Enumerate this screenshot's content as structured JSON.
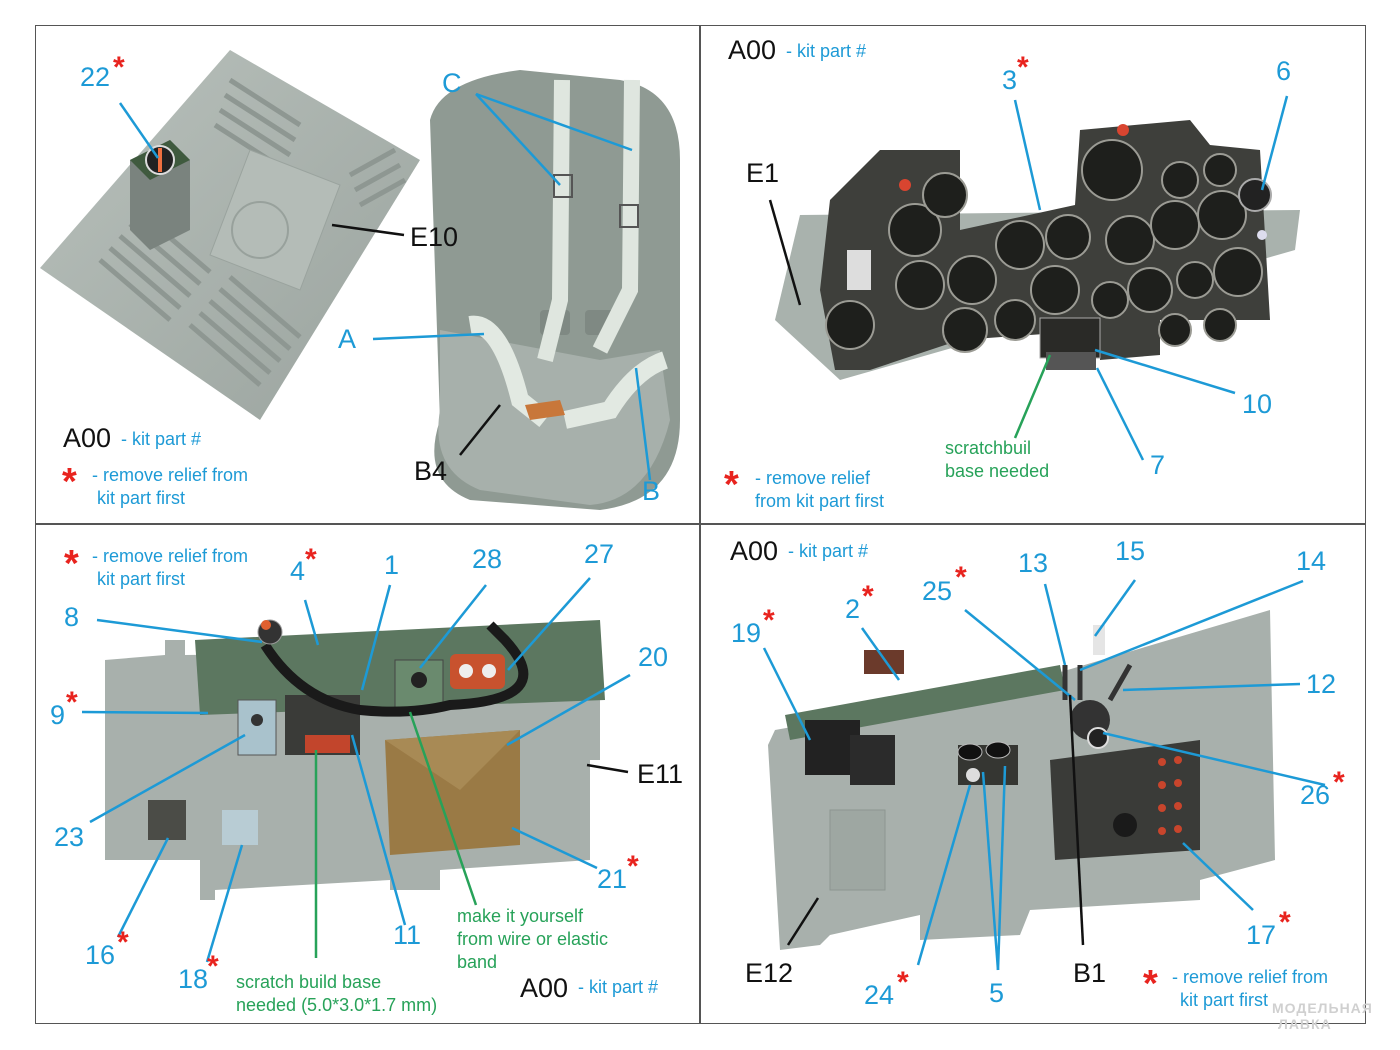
{
  "colors": {
    "label_blue": "#1d9ad6",
    "star_red": "#e8231e",
    "note_green": "#27a259",
    "resin_gray": "#a9b2ad",
    "panel_dark": "#3e3f3b",
    "panel_green": "#5e7a62",
    "bag_brown": "#9a7a45"
  },
  "legend": {
    "code": "A00",
    "code_desc": "- kit part #",
    "star_desc_line1": "- remove relief from",
    "star_desc_line2": "kit part first",
    "star_desc_alt_line1": "- remove relief",
    "star_desc_alt_line2": "from kit part first",
    "star_symbol": "*"
  },
  "panels": [
    {
      "id": "floor-seat",
      "labels": [
        {
          "text": "22",
          "starred": true
        },
        {
          "text": "E10",
          "kit": true
        },
        {
          "text": "C"
        },
        {
          "text": "A"
        },
        {
          "text": "B"
        },
        {
          "text": "B4",
          "kit": true
        }
      ]
    },
    {
      "id": "instrument-panel",
      "labels": [
        {
          "text": "E1",
          "kit": true
        },
        {
          "text": "3",
          "starred": true
        },
        {
          "text": "6"
        },
        {
          "text": "10"
        },
        {
          "text": "7"
        }
      ],
      "note": "scratchbuil\nbase needed"
    },
    {
      "id": "right-side-wall",
      "labels": [
        {
          "text": "4",
          "starred": true
        },
        {
          "text": "1"
        },
        {
          "text": "28"
        },
        {
          "text": "27"
        },
        {
          "text": "8"
        },
        {
          "text": "20"
        },
        {
          "text": "9",
          "starred": true
        },
        {
          "text": "E11",
          "kit": true
        },
        {
          "text": "23"
        },
        {
          "text": "21",
          "starred": true
        },
        {
          "text": "16",
          "starred": true
        },
        {
          "text": "18",
          "starred": true
        },
        {
          "text": "11"
        }
      ],
      "note_wire": "make it yourself\nfrom wire or elastic\nband",
      "note_base": "scratch build base\nneeded (5.0*3.0*1.7 mm)"
    },
    {
      "id": "left-side-wall",
      "labels": [
        {
          "text": "19",
          "starred": true
        },
        {
          "text": "2",
          "starred": true
        },
        {
          "text": "25",
          "starred": true
        },
        {
          "text": "13"
        },
        {
          "text": "15"
        },
        {
          "text": "14"
        },
        {
          "text": "12"
        },
        {
          "text": "26",
          "starred": true
        },
        {
          "text": "17",
          "starred": true
        },
        {
          "text": "E12",
          "kit": true
        },
        {
          "text": "24",
          "starred": true
        },
        {
          "text": "5"
        },
        {
          "text": "B1",
          "kit": true
        }
      ]
    }
  ],
  "watermark": {
    "line1": "МОДЕЛЬНАЯ",
    "line2": "ЛАВКА"
  }
}
